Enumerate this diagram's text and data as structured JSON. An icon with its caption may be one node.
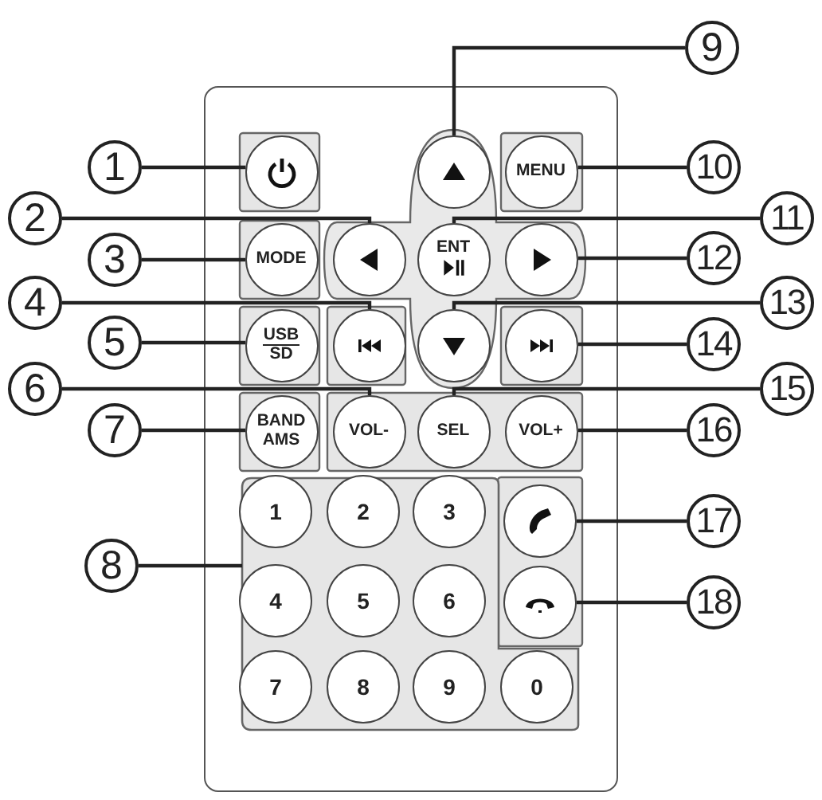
{
  "diagram": {
    "nodes": [
      {
        "text": [],
        "shape": "box"
      },
      {
        "text": [
          "1"
        ]
      },
      {
        "text": [
          "2"
        ]
      },
      {
        "text": [
          "3"
        ]
      },
      {
        "text": [
          "4"
        ]
      },
      {
        "text": [
          "5"
        ]
      },
      {
        "text": [
          "6"
        ]
      },
      {
        "text": [
          "7"
        ]
      },
      {
        "text": [
          "8"
        ]
      },
      {
        "text": [
          "9"
        ]
      },
      {
        "text": [
          "10"
        ]
      },
      {
        "text": [
          "11"
        ]
      },
      {
        "text": [
          "12"
        ]
      },
      {
        "text": [
          "13"
        ]
      },
      {
        "text": [
          "14"
        ]
      },
      {
        "text": [
          "15"
        ]
      },
      {
        "text": [
          "16"
        ]
      },
      {
        "text": [
          "17"
        ]
      },
      {
        "text": [
          "18"
        ]
      },
      {
        "text": [],
        "shape": "circle",
        "in": 0
      },
      {
        "text": [],
        "shape": "circle",
        "in": 0
      },
      {
        "text": [
          "MENU"
        ],
        "in": 0
      },
      {
        "text": [],
        "shape": "circle",
        "in": 0
      },
      {
        "text": [
          "ENT"
        ],
        "in": 0
      },
      {
        "text": [],
        "shape": "circle",
        "in": 0
      },
      {
        "text": [
          "MODE"
        ],
        "in": 0
      },
      {
        "text": [
          "USB",
          "SD"
        ],
        "in": 0
      },
      {
        "text": [],
        "shape": "circle",
        "in": 0
      },
      {
        "text": [],
        "shape": "circle",
        "in": 0
      },
      {
        "text": [],
        "shape": "circle",
        "in": 0
      },
      {
        "text": [
          "BAND AMS"
        ],
        "in": 0
      },
      {
        "text": [
          "VOL-"
        ],
        "in": 0
      },
      {
        "text": [
          "SEL"
        ],
        "in": 0
      },
      {
        "text": [
          "VOL+"
        ],
        "in": 0
      },
      {
        "text": [],
        "shape": "box",
        "in": 0
      },
      {
        "text": [
          "1"
        ],
        "in": 34
      },
      {
        "text": [
          "2"
        ],
        "in": 34
      },
      {
        "text": [
          "3"
        ],
        "in": 34
      },
      {
        "text": [
          "4"
        ],
        "in": 34
      },
      {
        "text": [
          "5"
        ],
        "in": 34
      },
      {
        "text": [
          "6"
        ],
        "in": 34
      },
      {
        "text": [
          "7"
        ],
        "in": 34
      },
      {
        "text": [
          "8"
        ],
        "in": 34
      },
      {
        "text": [
          "9"
        ],
        "in": 34
      },
      {
        "text": [
          "0"
        ],
        "in": 34
      },
      {
        "text": [],
        "shape": "circle",
        "in": 0
      },
      {
        "text": [],
        "shape": "circle",
        "in": 0
      }
    ],
    "edges": [
      {
        "from": 1,
        "to": 19,
        "arrow": "none"
      },
      {
        "from": 2,
        "to": 22,
        "arrow": "none"
      },
      {
        "from": 3,
        "to": 25,
        "arrow": "none"
      },
      {
        "from": 4,
        "to": 27,
        "arrow": "none"
      },
      {
        "from": 5,
        "to": 26,
        "arrow": "none"
      },
      {
        "from": 6,
        "to": 31,
        "arrow": "none"
      },
      {
        "from": 7,
        "to": 30,
        "arrow": "none"
      },
      {
        "from": 8,
        "to": 34,
        "arrow": "none"
      },
      {
        "from": 9,
        "to": 20,
        "arrow": "none"
      },
      {
        "from": 10,
        "to": 21,
        "arrow": "none"
      },
      {
        "from": 11,
        "to": 23,
        "arrow": "none"
      },
      {
        "from": 12,
        "to": 24,
        "arrow": "none"
      },
      {
        "from": 13,
        "to": 28,
        "arrow": "none"
      },
      {
        "from": 14,
        "to": 29,
        "arrow": "none"
      },
      {
        "from": 15,
        "to": 32,
        "arrow": "none"
      },
      {
        "from": 16,
        "to": 33,
        "arrow": "none"
      },
      {
        "from": 17,
        "to": 45,
        "arrow": "none"
      },
      {
        "from": 18,
        "to": 46,
        "arrow": "none"
      }
    ]
  }
}
